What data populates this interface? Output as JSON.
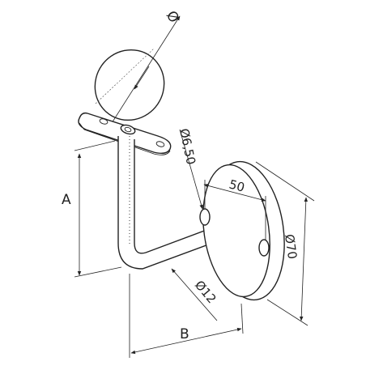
{
  "dimensions": {
    "handrail_diameter": "Ø",
    "hole_diameter": "Ø6,50",
    "hole_spacing": "50",
    "flange_diameter": "Ø70",
    "height": "A",
    "projection": "B",
    "rod_diameter": "Ø12"
  }
}
